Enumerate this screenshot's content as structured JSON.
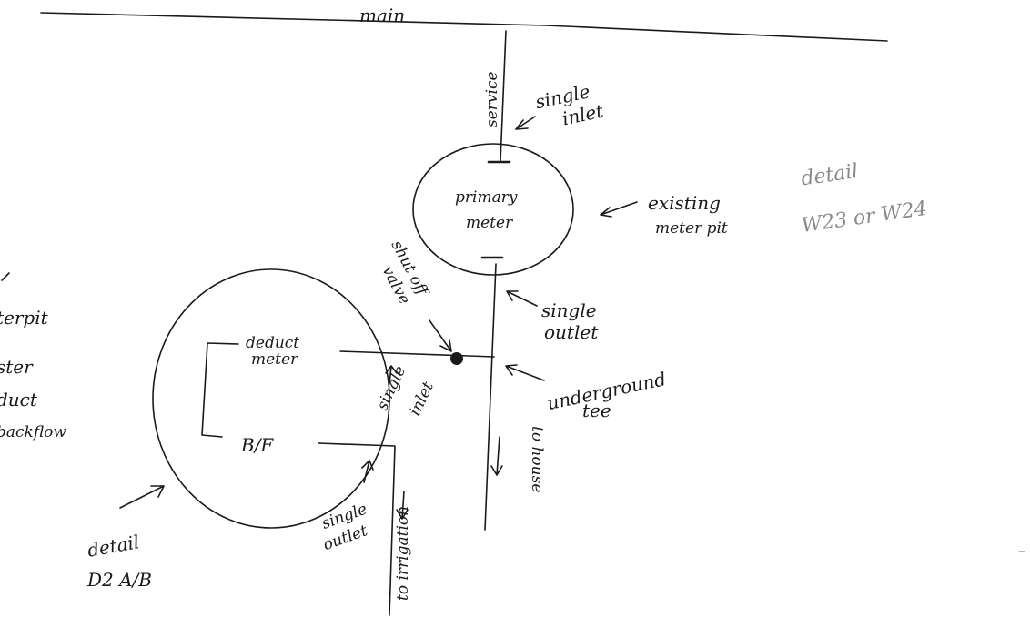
{
  "labels": {
    "main": "main",
    "service": "service",
    "single_inlet_top_1": "single",
    "single_inlet_top_2": "inlet",
    "primary_1": "primary",
    "primary_2": "meter",
    "existing_1": "existing",
    "existing_2": "meter pit",
    "detail_top_1": "detail",
    "detail_top_2": "W23 or W24",
    "shutoff_1": "shut off",
    "shutoff_2": "valve",
    "single_outlet_top_1": "single",
    "single_outlet_top_2": "outlet",
    "deduct_1": "deduct",
    "deduct_2": "meter",
    "bf": "B/F",
    "single_inlet_left_1": "single",
    "single_inlet_left_2": "inlet",
    "underground_1": "underground",
    "underground_2": "tee",
    "to_house": "to house",
    "to_irrigation": "to irrigation",
    "single_outlet_bottom_1": "single",
    "single_outlet_bottom_2": "outlet",
    "detail_bottom_1": "detail",
    "detail_bottom_2": "D2 A/B",
    "left_note_1": "terpit",
    "left_note_2": "ster",
    "left_note_3": "duct",
    "left_note_4": "backflow"
  },
  "colors": {
    "ink": "#1a1a1a",
    "faint": "#8a8a8a",
    "paper": "#ffffff"
  }
}
